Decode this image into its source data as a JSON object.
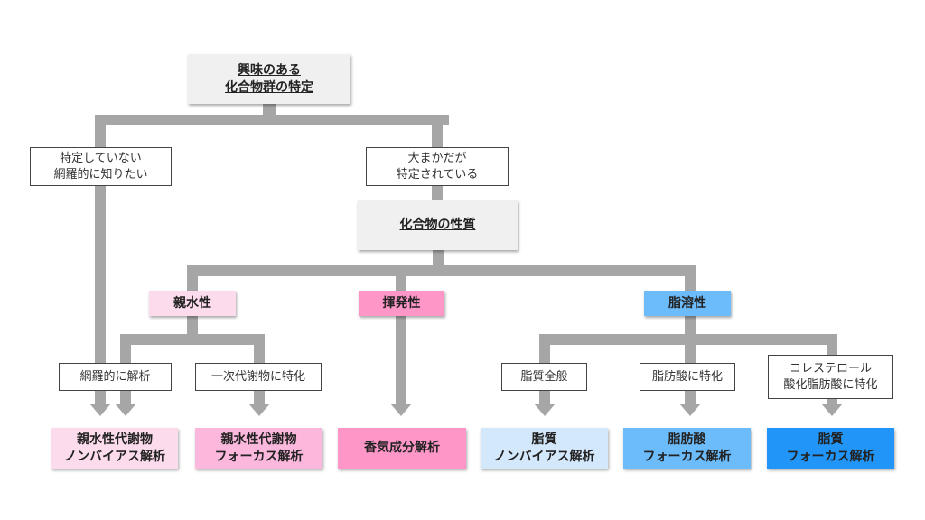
{
  "root": {
    "label": "興味のある\n化合物群の特定"
  },
  "branches": {
    "untargeted": "特定していない\n網羅的に知りたい",
    "targeted": "大まかだが\n特定されている"
  },
  "property_node": {
    "label": "化合物の性質"
  },
  "properties": {
    "hydrophilic": "親水性",
    "volatile": "揮発性",
    "lipophilic": "脂溶性"
  },
  "sub_labels": {
    "comprehensive": "網羅的に解析",
    "primary_metabolite": "一次代謝物に特化",
    "lipid_general": "脂質全般",
    "fatty_acid": "脂肪酸に特化",
    "cholesterol": "コレステロール\n酸化脂肪酸に特化"
  },
  "leaves": {
    "hydrophilic_nonbiased": "親水性代謝物\nノンバイアス解析",
    "hydrophilic_focus": "親水性代謝物\nフォーカス解析",
    "aroma": "香気成分解析",
    "lipid_nonbiased": "脂質\nノンバイアス解析",
    "fatty_acid_focus": "脂肪酸\nフォーカス解析",
    "lipid_focus": "脂質\nフォーカス解析"
  },
  "colors": {
    "connector": "#a6a6a6",
    "gray_node": "#f0f0f0",
    "hydrophilic": "#fcdcec",
    "hydrophilic_focus": "#fbb8dc",
    "volatile": "#ff96c8",
    "lipid_light": "#d4e8fb",
    "lipophilic": "#6cbcfc",
    "lipid_focus": "#2196f8"
  }
}
